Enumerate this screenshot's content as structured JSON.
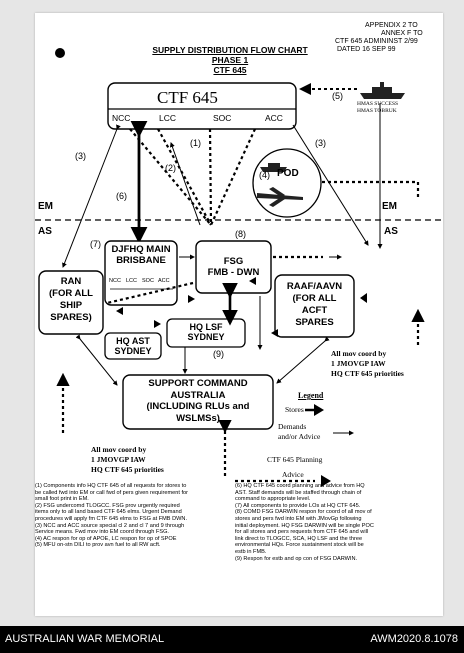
{
  "header": {
    "appendix": [
      "APPENDIX 2  TO",
      "ANNEX F TO",
      "CTF 645 ADMININST 2/99",
      "DATED  16  SEP 99"
    ],
    "title_lines": [
      "SUPPLY DISTRIBUTION FLOW CHART",
      "PHASE 1",
      "CTF 645"
    ]
  },
  "ships": [
    "HMAS SUCCESS",
    "HMAS TOBRUK"
  ],
  "boxes": {
    "ctf": "CTF 645",
    "ctf_tabs": [
      "NCC",
      "LCC",
      "SOC",
      "ACC"
    ],
    "djfhq": [
      "DJFHQ MAIN",
      "BRISBANE"
    ],
    "djfhq_tabs": [
      "NCC",
      "LCC",
      "SOC",
      "ACC"
    ],
    "fsg": [
      "FSG",
      "FMB - DWN"
    ],
    "ran": [
      "RAN",
      "(FOR ALL",
      "SHIP",
      "SPARES)"
    ],
    "raaf": [
      "RAAF/AAVN",
      "(FOR ALL",
      "ACFT",
      "SPARES"
    ],
    "hqlsf": [
      "HQ LSF",
      "SYDNEY"
    ],
    "hqast": [
      "HQ AST",
      "SYDNEY"
    ],
    "support": [
      "SUPPORT COMMAND",
      "AUSTRALIA",
      "(INCLUDING RLUs and",
      "WSLMSs)"
    ],
    "pod": "POD"
  },
  "labels": {
    "em": "EM",
    "as": "AS",
    "n1": "(1)",
    "n2": "(2)",
    "n3": "(3)",
    "n4": "(4)",
    "n5": "(5)",
    "n6": "(6)",
    "n7": "(7)",
    "n8": "(8)",
    "n9": "(9)"
  },
  "mov_coord_right": [
    "All mov coord by",
    "1 JMOVGP IAW",
    "HQ CTF 645 priorities"
  ],
  "mov_coord_left": [
    "All mov coord by",
    "1 JMOVGP IAW",
    "HQ CTF 645 priorities"
  ],
  "legend": {
    "title": "Legend",
    "stores": "Stores",
    "demands": [
      "Demands",
      "and/or Advice"
    ],
    "planning": [
      "CTF 645 Planning",
      "Advice"
    ]
  },
  "notes_left": [
    "(1) Components info HQ CTF 645 of all requests for stores to",
    "be called fwd into EM or call fwd of pers given requirement for",
    "small foot print in EM.",
    "(2) FSG undercomd TLOGCC.  FSG prov urgently required",
    "items only to all land based CTF 645 elms. Urgent Demand",
    "procedures will apply fm CTF 645 elms to FSG at FMB DWN.",
    "(3) NCC and ACC source special cl 2 and cl 7 and 9 through",
    "Service means.  Fwd mov into EM coord through FSG.",
    "(4) AC respon for op of APOE, LC respon for op of SPOE",
    "(5) MFU on-stn DILI to prov avn fuel to all RW acft."
  ],
  "notes_right": [
    "(6) HQ CTF 645 coord planning and advice from HQ",
    "AST.  Staff demands will be staffed through chain of",
    "command to appropriate level.",
    "(7) All components to provide LOs at HQ CTF 645.",
    "(8) COMD FSG DARWIN respon for coord of all mov of",
    "stores and pers fwd into EM with JMovGp following",
    "initial deployment. HQ FSG DARWIN will be single POC",
    "for all stores and pers requests from CTF 645 and will",
    "link direct to TLOGCC, SCA, HQ LSF and the three",
    "environmental HQs.  Force sustainment stock will be",
    "estb in FMB.",
    "(9) Respon for estb and op con of FSG DARWIN."
  ],
  "footer": {
    "left": "AUSTRALIAN WAR MEMORIAL",
    "right": "AWM2020.8.1078"
  }
}
